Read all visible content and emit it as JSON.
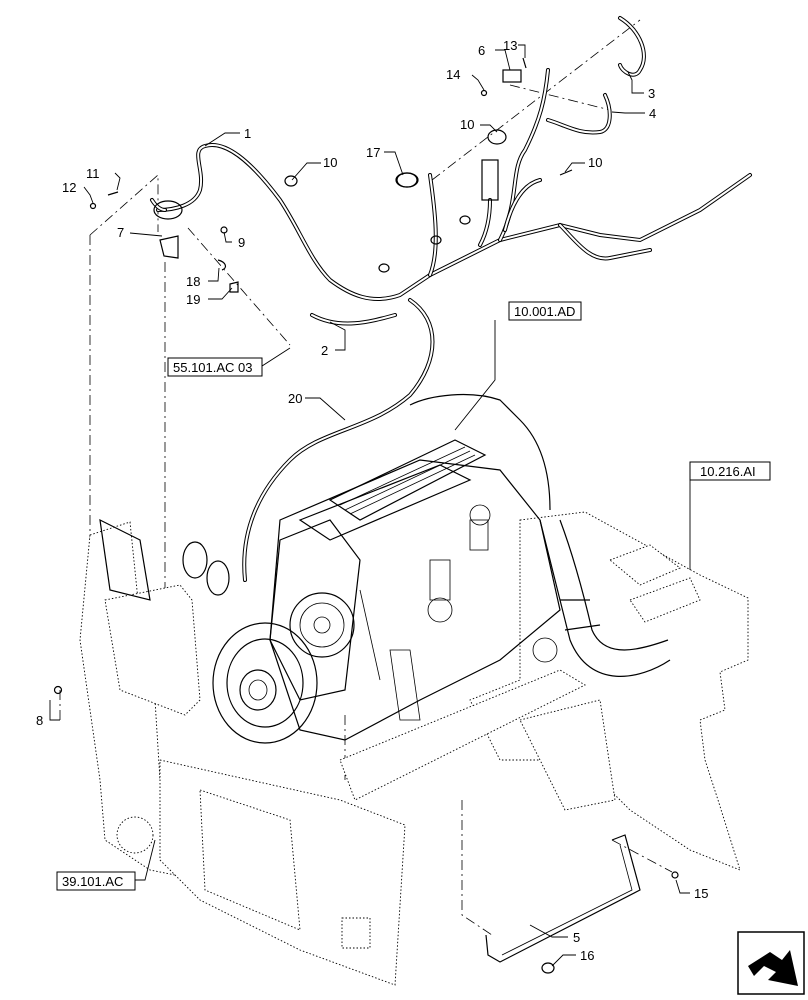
{
  "callouts": [
    {
      "id": "c1",
      "label": "1"
    },
    {
      "id": "c2",
      "label": "2"
    },
    {
      "id": "c3",
      "label": "3"
    },
    {
      "id": "c4",
      "label": "4"
    },
    {
      "id": "c5",
      "label": "5"
    },
    {
      "id": "c6",
      "label": "6"
    },
    {
      "id": "c7",
      "label": "7"
    },
    {
      "id": "c8",
      "label": "8"
    },
    {
      "id": "c9",
      "label": "9"
    },
    {
      "id": "c10a",
      "label": "10"
    },
    {
      "id": "c10b",
      "label": "10"
    },
    {
      "id": "c10c",
      "label": "10"
    },
    {
      "id": "c11",
      "label": "11"
    },
    {
      "id": "c12",
      "label": "12"
    },
    {
      "id": "c13",
      "label": "13"
    },
    {
      "id": "c14",
      "label": "14"
    },
    {
      "id": "c15",
      "label": "15"
    },
    {
      "id": "c16",
      "label": "16"
    },
    {
      "id": "c17",
      "label": "17"
    },
    {
      "id": "c18",
      "label": "18"
    },
    {
      "id": "c19",
      "label": "19"
    },
    {
      "id": "c20",
      "label": "20"
    }
  ],
  "references": [
    {
      "id": "r1",
      "label": "10.001.AD"
    },
    {
      "id": "r2",
      "label": "55.101.AC 03"
    },
    {
      "id": "r3",
      "label": "10.216.AI"
    },
    {
      "id": "r4",
      "label": "39.101.AC"
    }
  ],
  "icons": {
    "nav": "forward-arrow-icon"
  }
}
